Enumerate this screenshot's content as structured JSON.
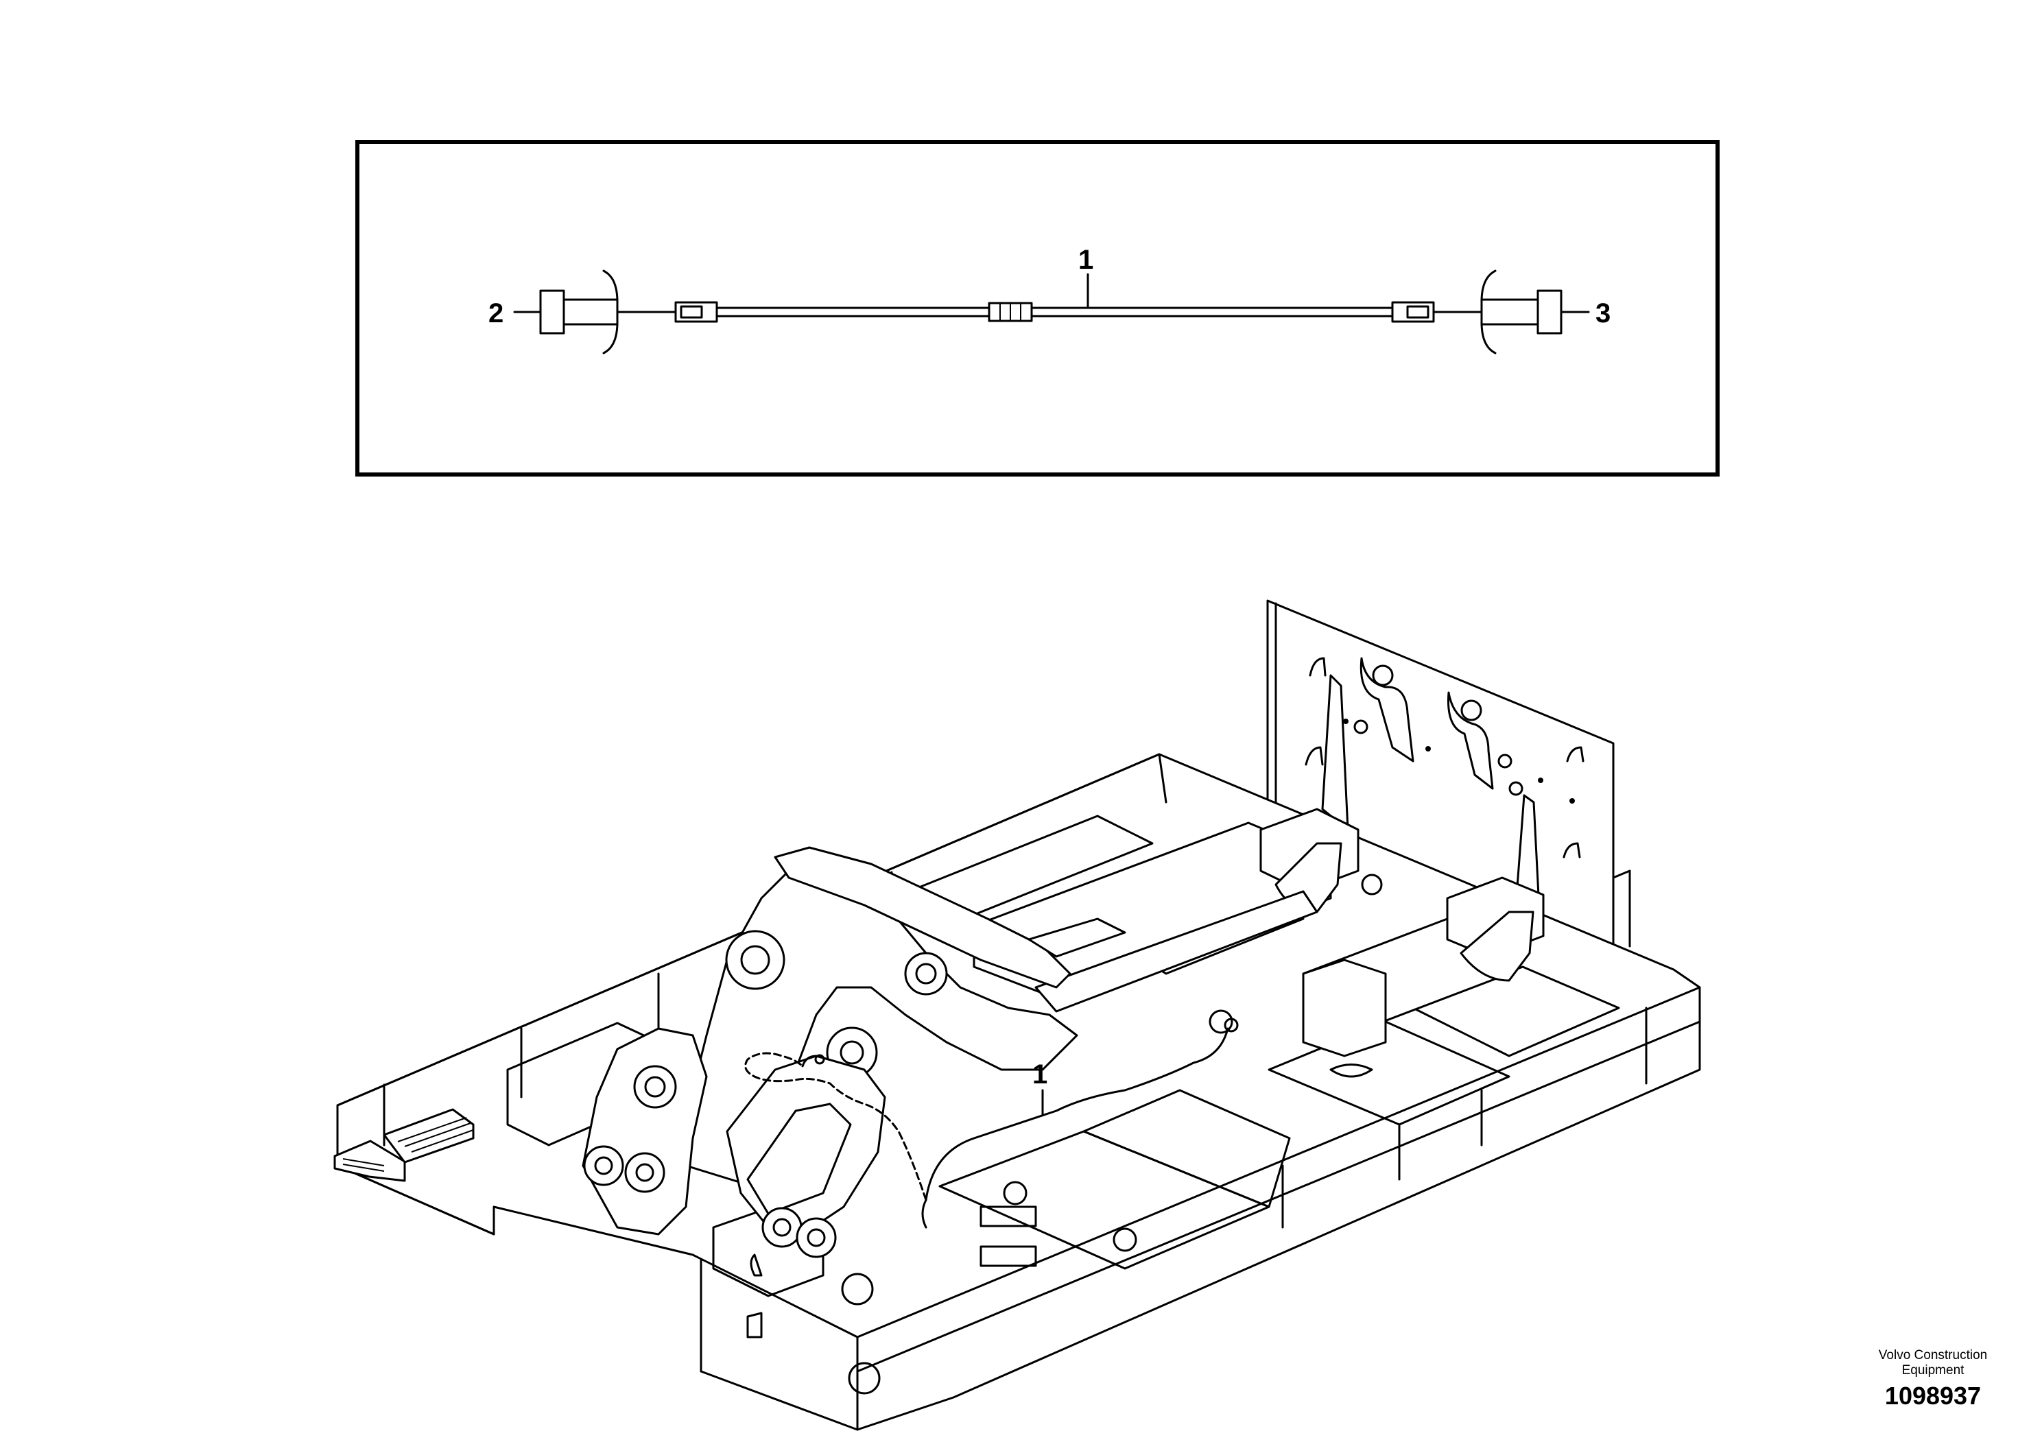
{
  "callouts": {
    "inset_cable": "1",
    "inset_left_connector": "2",
    "inset_right_connector": "3",
    "frame_cable": "1"
  },
  "footer": {
    "company_line1": "Volvo Construction",
    "company_line2": "Equipment",
    "figure_number": "1098937"
  },
  "colors": {
    "line": "#000000",
    "background": "#ffffff"
  }
}
